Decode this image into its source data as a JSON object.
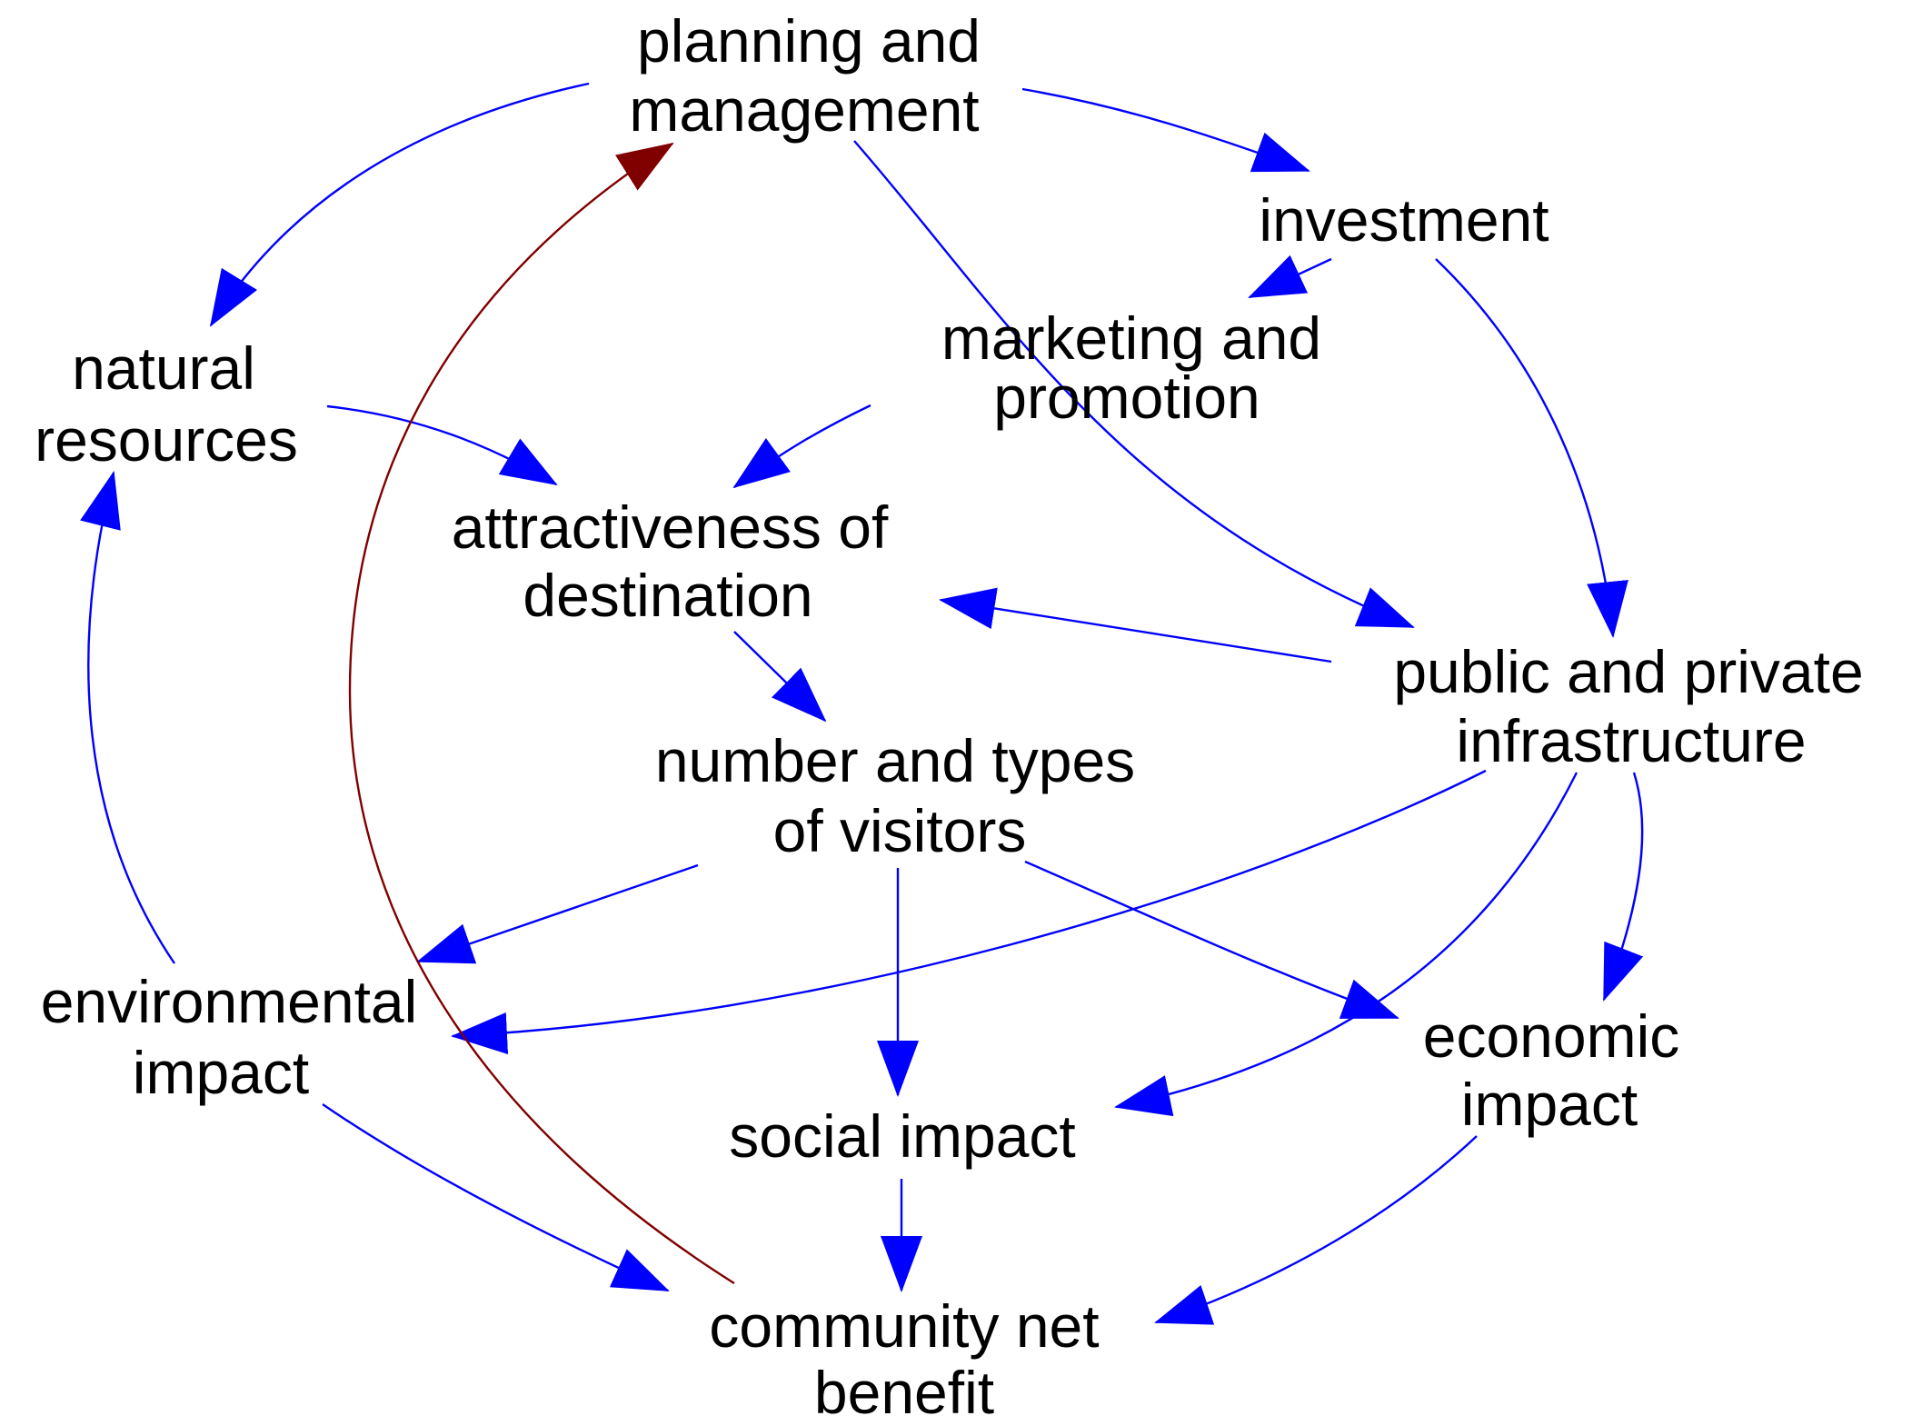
{
  "colors": {
    "edge": "#0000ff",
    "feedback_edge": "#800000",
    "text": "#000000",
    "background": "#ffffff"
  },
  "nodes": {
    "planning": {
      "line1": "planning and",
      "line2": "management"
    },
    "investment": {
      "line1": "investment"
    },
    "marketing": {
      "line1": "marketing and",
      "line2": "promotion"
    },
    "natural": {
      "line1": "natural",
      "line2": "resources"
    },
    "attractiveness": {
      "line1": "attractiveness of",
      "line2": "destination"
    },
    "infrastructure": {
      "line1": "public and private",
      "line2": "infrastructure"
    },
    "visitors": {
      "line1": "number and types",
      "line2": "of visitors"
    },
    "environmental": {
      "line1": "environmental",
      "line2": "impact"
    },
    "economic": {
      "line1": "economic",
      "line2": "impact"
    },
    "social": {
      "line1": "social impact"
    },
    "community": {
      "line1": "community net",
      "line2": "benefit"
    }
  },
  "edges": [
    {
      "from": "planning and management",
      "to": "natural resources"
    },
    {
      "from": "planning and management",
      "to": "investment"
    },
    {
      "from": "planning and management",
      "to": "public and private infrastructure"
    },
    {
      "from": "investment",
      "to": "marketing and promotion"
    },
    {
      "from": "investment",
      "to": "public and private infrastructure"
    },
    {
      "from": "marketing and promotion",
      "to": "attractiveness of destination"
    },
    {
      "from": "natural resources",
      "to": "attractiveness of destination"
    },
    {
      "from": "public and private infrastructure",
      "to": "attractiveness of destination"
    },
    {
      "from": "attractiveness of destination",
      "to": "number and types of visitors"
    },
    {
      "from": "number and types of visitors",
      "to": "environmental impact"
    },
    {
      "from": "number and types of visitors",
      "to": "social impact"
    },
    {
      "from": "number and types of visitors",
      "to": "economic impact"
    },
    {
      "from": "public and private infrastructure",
      "to": "environmental impact"
    },
    {
      "from": "public and private infrastructure",
      "to": "social impact"
    },
    {
      "from": "public and private infrastructure",
      "to": "economic impact"
    },
    {
      "from": "environmental impact",
      "to": "natural resources"
    },
    {
      "from": "environmental impact",
      "to": "community net benefit"
    },
    {
      "from": "social impact",
      "to": "community net benefit"
    },
    {
      "from": "economic impact",
      "to": "community net benefit"
    },
    {
      "from": "community net benefit",
      "to": "planning and management",
      "feedback": true
    }
  ]
}
